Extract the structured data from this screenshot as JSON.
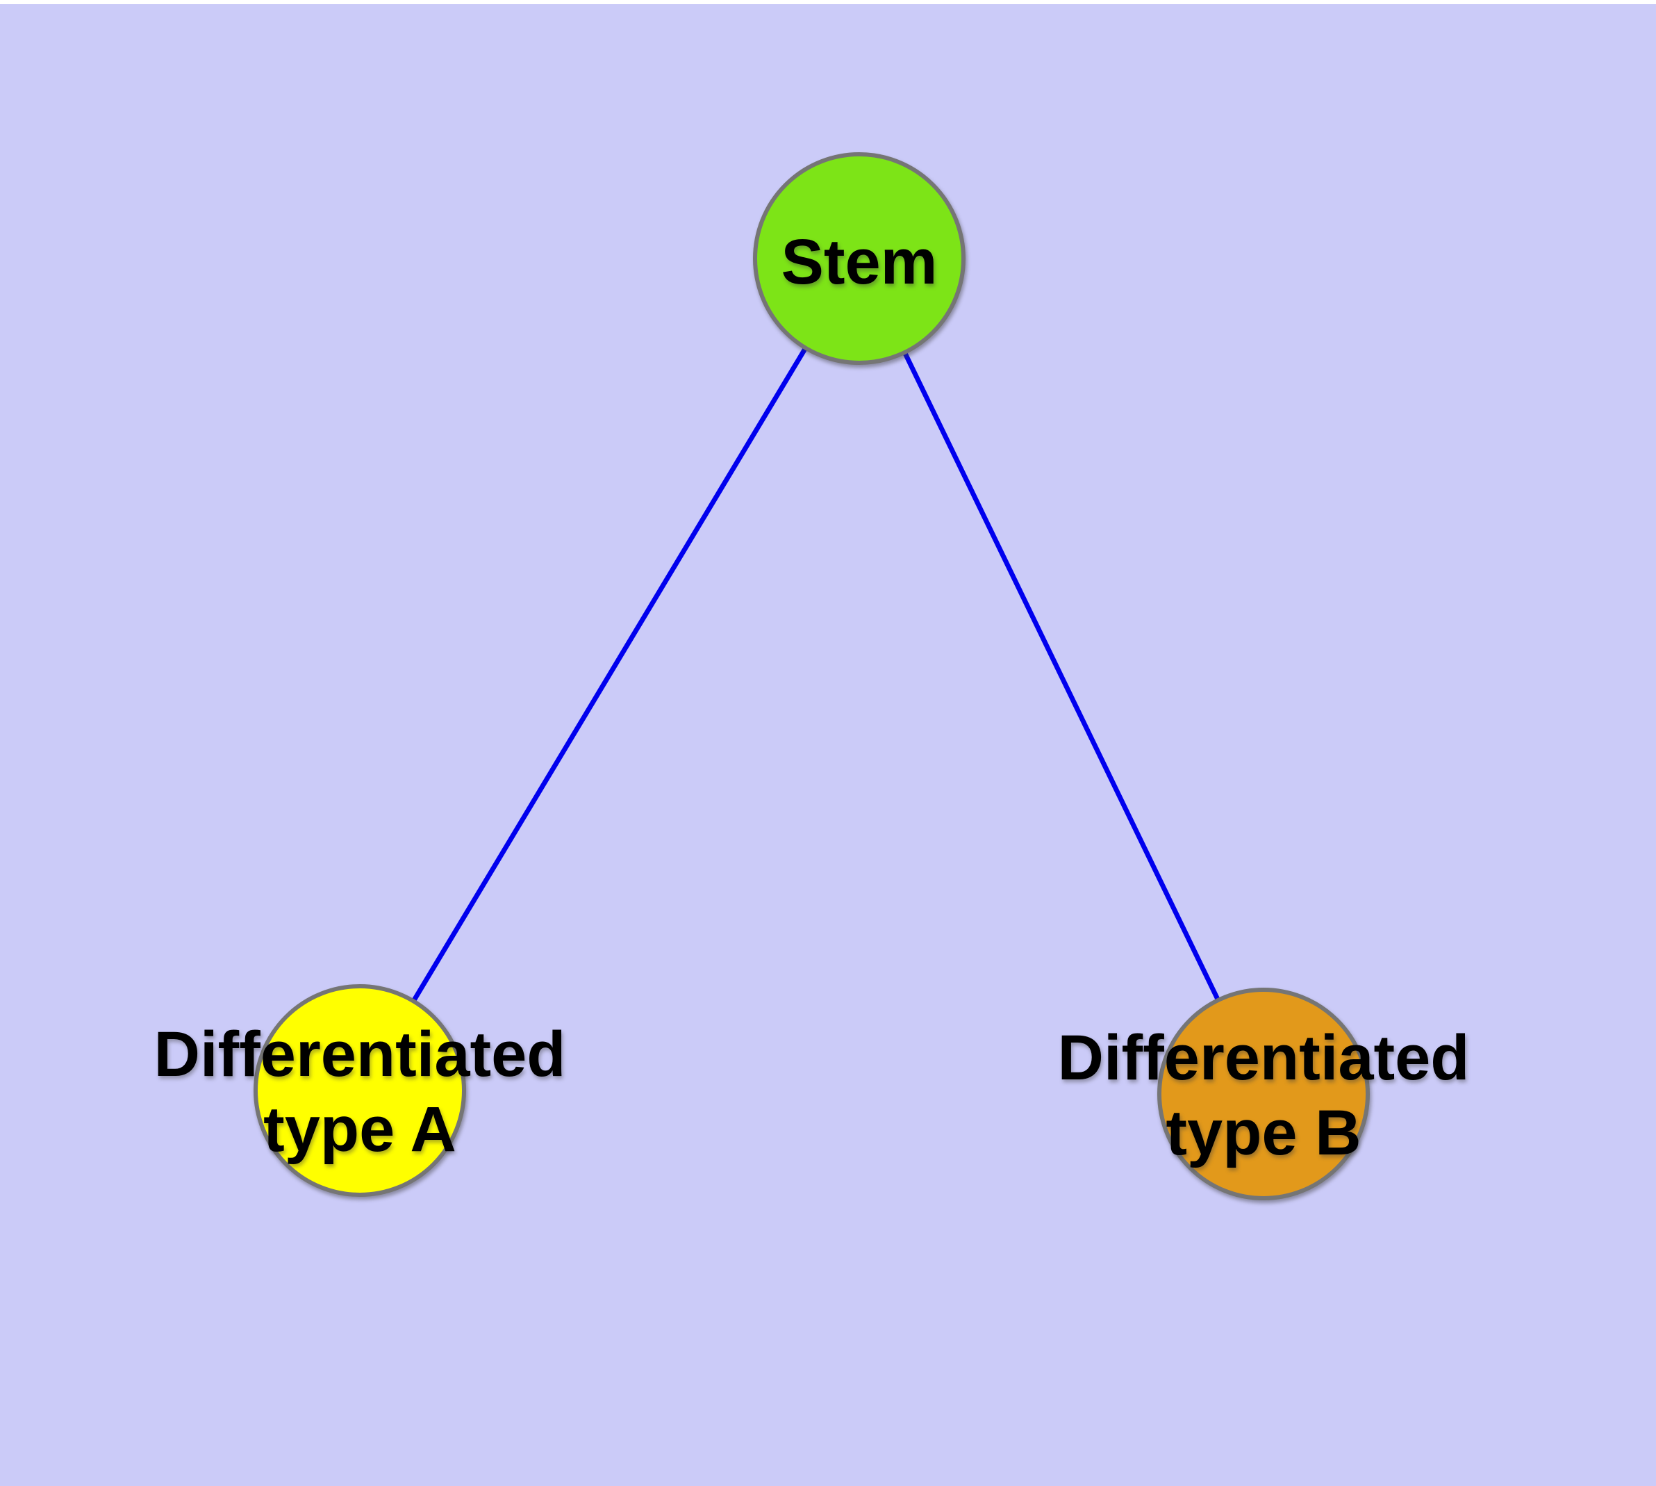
{
  "canvas": {
    "top_strip": "#FFFFFF",
    "background": "#CBCBF8"
  },
  "graph": {
    "label_color": "#000000",
    "node_style": {
      "border_color": "#757575"
    },
    "nodes": [
      {
        "id": "stem",
        "label": "Stem",
        "color": "#7DE417"
      },
      {
        "id": "differentiated-type-a",
        "label_line1": "Differentiated",
        "label_line2": "type A",
        "color": "#FFFF00"
      },
      {
        "id": "differentiated-type-b",
        "label_line1": "Differentiated",
        "label_line2": "type B",
        "color": "#E2991B"
      }
    ],
    "edges": [
      {
        "from": "stem",
        "to": "differentiated-type-a",
        "color": "#0000EE"
      },
      {
        "from": "stem",
        "to": "differentiated-type-b",
        "color": "#0000EE"
      }
    ]
  }
}
